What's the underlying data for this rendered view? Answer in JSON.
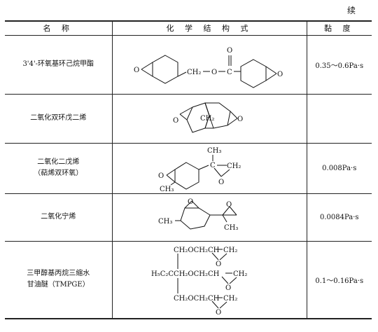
{
  "page": {
    "continued": "续"
  },
  "headers": {
    "name": "名 称",
    "structure": "化 学 结 构 式",
    "viscosity": "黏 度"
  },
  "rows": [
    {
      "name_lines": [
        "3'4'-环氧基环己烷甲酯"
      ],
      "viscosity": "0.35～0.6Pa·s",
      "labels": [
        "O",
        "CH₂",
        "O",
        "C",
        "O",
        "O",
        "O"
      ]
    },
    {
      "name_lines": [
        "二氧化双环戊二烯"
      ],
      "viscosity": "",
      "labels": [
        "O",
        "CH₂",
        "O"
      ]
    },
    {
      "name_lines": [
        "二氧化二戊烯",
        "（萜烯双环氧）"
      ],
      "viscosity": "0.008Pa·s",
      "labels": [
        "CH₃",
        "C",
        "CH₂",
        "O",
        "O",
        "CH₃"
      ]
    },
    {
      "name_lines": [
        "二氧化宁烯"
      ],
      "viscosity": "0.0084Pa·s",
      "labels": [
        "O",
        "CH₃",
        "O",
        "CH₃"
      ]
    },
    {
      "name_lines": [
        "三甲醇基丙烷三缩水",
        "甘油醚（TMPGE）"
      ],
      "viscosity": "0.1～0.16Pa·s",
      "labels": [
        "CH₂OCH₂CH",
        "CH₂",
        "O",
        "H₅C₂CCH₂OCH₂CH",
        "CH₂",
        "O",
        "CH₂OCH₂CH",
        "CH₂",
        "O"
      ]
    }
  ]
}
